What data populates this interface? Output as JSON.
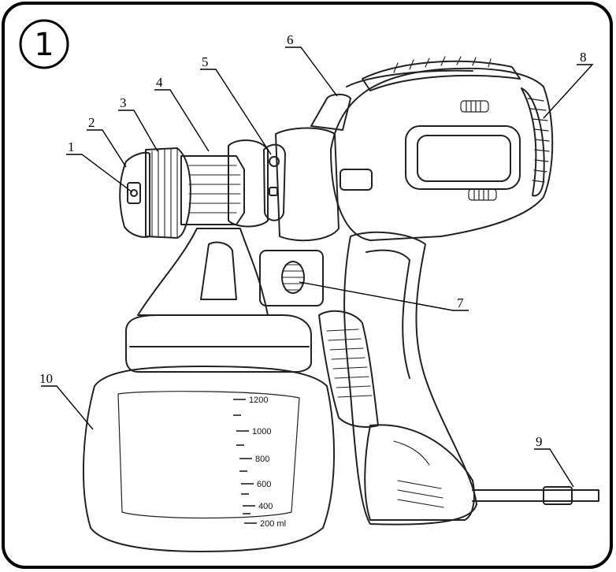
{
  "figure": {
    "step_number": "1",
    "callouts": [
      {
        "id": "c1",
        "label": "1"
      },
      {
        "id": "c2",
        "label": "2"
      },
      {
        "id": "c3",
        "label": "3"
      },
      {
        "id": "c4",
        "label": "4"
      },
      {
        "id": "c5",
        "label": "5"
      },
      {
        "id": "c6",
        "label": "6"
      },
      {
        "id": "c7",
        "label": "7"
      },
      {
        "id": "c8",
        "label": "8"
      },
      {
        "id": "c9",
        "label": "9"
      },
      {
        "id": "c10",
        "label": "10"
      }
    ],
    "container_scale": [
      "1200",
      "1000",
      "800",
      "600",
      "400",
      "200 ml"
    ]
  }
}
